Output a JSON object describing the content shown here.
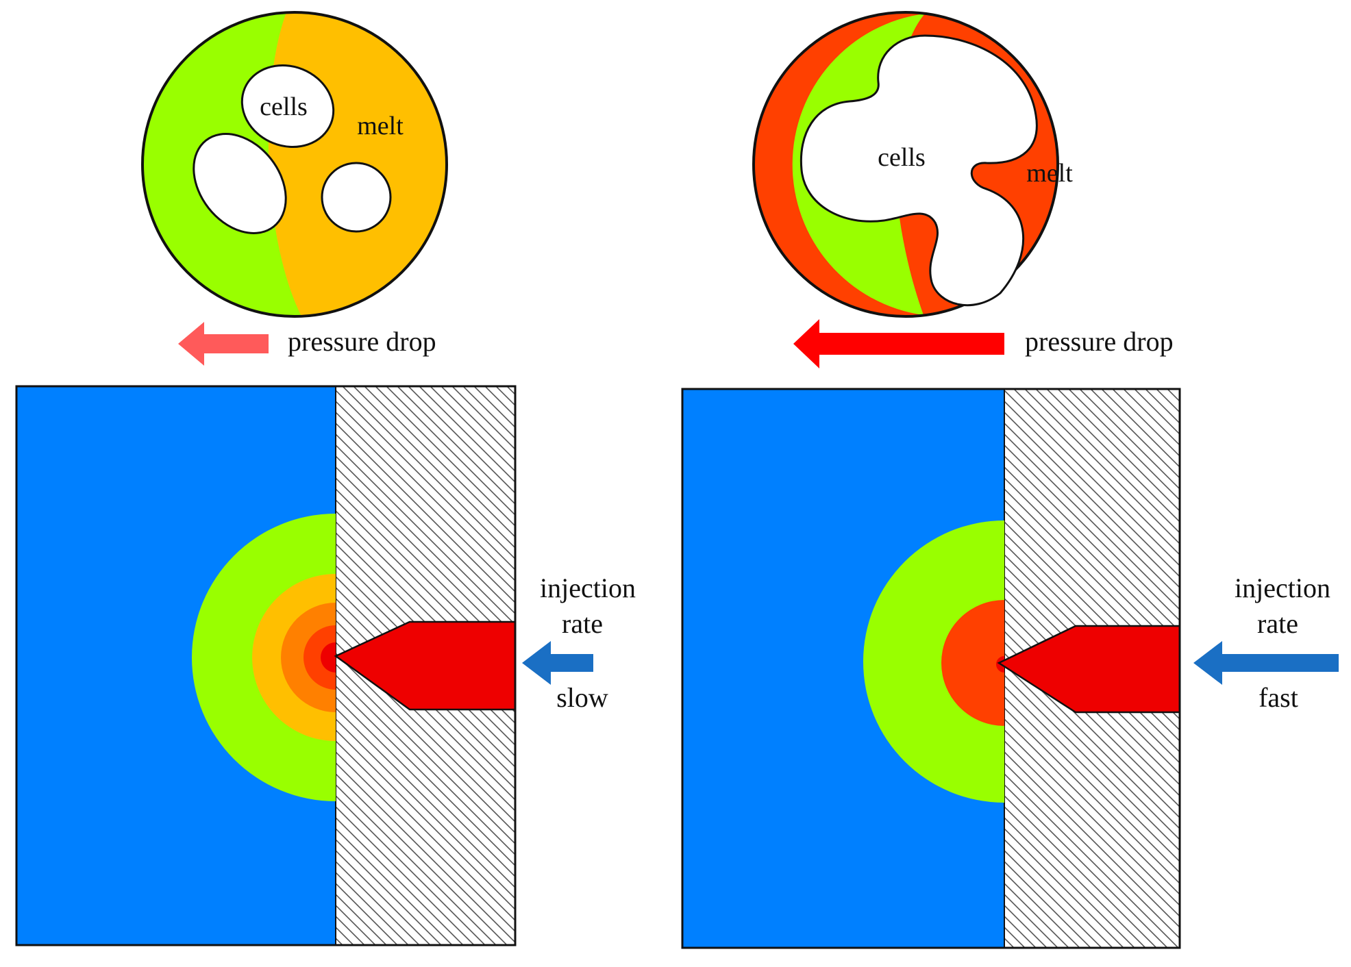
{
  "panels": [
    {
      "id": "slow",
      "bubble": {
        "cells_label": "cells",
        "melt_label": "melt"
      },
      "pressure_label": "pressure drop",
      "injection": {
        "line1": "injection",
        "line2": "rate",
        "speed": "slow"
      }
    },
    {
      "id": "fast",
      "bubble": {
        "cells_label": "cells",
        "melt_label": "melt"
      },
      "pressure_label": "pressure drop",
      "injection": {
        "line1": "injection",
        "line2": "rate",
        "speed": "fast"
      }
    }
  ],
  "colors": {
    "mold_blue": "#0080ff",
    "green": "#99ff00",
    "yellow_orange": "#ffbf00",
    "orange": "#ff8000",
    "red_orange": "#ff4000",
    "red": "#ee0000",
    "melt_slow": "#ffbf00",
    "melt_fast": "#ff4000",
    "arrow_slow": "#ff5a5a",
    "arrow_fast": "#ff0000",
    "injection_arrow": "#1a6fc4",
    "hatch": "#555555",
    "outline": "#111111"
  }
}
